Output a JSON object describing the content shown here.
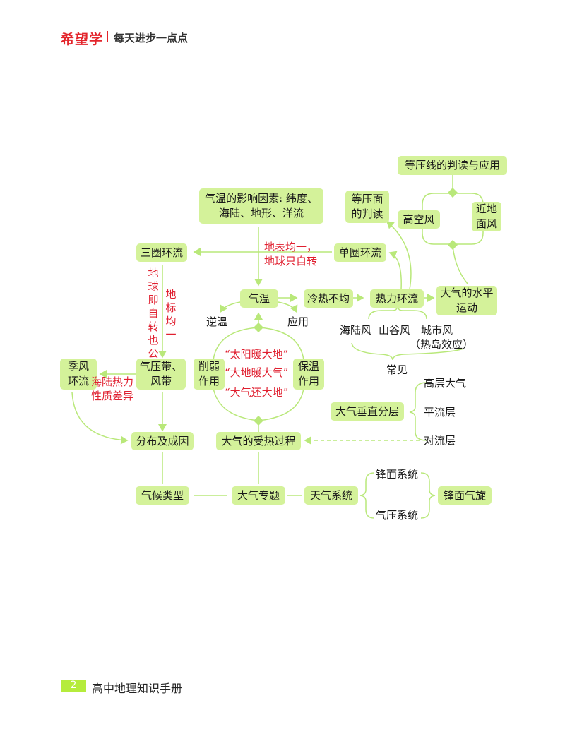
{
  "header": {
    "brand": "希望学",
    "slogan": "每天进步一点点"
  },
  "footer": {
    "page_number": "2",
    "book_title": "高中地理知识手册"
  },
  "colors": {
    "box_fill": "#d4f29a",
    "line": "#b9e87a",
    "accent_text": "#e02030",
    "brand": "#e3242b",
    "page_badge": "#b5ec3c"
  },
  "diagram": {
    "nodes": {
      "isobar_reading": "等压线的判读与应用",
      "isobaric_surface": "等压面的判读",
      "high_altitude_wind": "高空风",
      "surface_wind": "近地面风",
      "temperature_factors": "气温的影响因素: 纬度、海陆、地形、洋流",
      "three_cell": "三圈环流",
      "single_cell": "单圈环流",
      "temperature": "气温",
      "uneven_heating": "冷热不均",
      "thermal_circulation": "热力环流",
      "horizontal_motion": "大气的水平运动",
      "monsoon": "季风环流",
      "pressure_belts": "气压带、风带",
      "weakening": "削弱作用",
      "insulation": "保温作用",
      "vertical_layers": "大气垂直分层",
      "distribution": "分布及成因",
      "heating_process": "大气的受热过程",
      "climate_types": "气候类型",
      "atmosphere_topic": "大气专题",
      "weather_systems": "天气系统",
      "frontal_cyclone": "锋面气旋"
    },
    "labels": {
      "uniform_surface_line1": "地表均一，",
      "uniform_surface_line2": "地球只自转",
      "rotation_revolution": "地球即自转也公转",
      "surface_uniform_vertical": "地标均一",
      "land_sea_difference": "海陆热力性质差异",
      "inversion": "逆温",
      "application": "应用",
      "sun_warms_earth": "“太阳暖大地”",
      "earth_warms_atmosphere": "“大地暖大气”",
      "atmosphere_returns": "“大气还大地”",
      "sea_land_breeze": "海陆风",
      "valley_breeze": "山谷风",
      "urban_wind": "城市风",
      "heat_island": "（热岛效应）",
      "common": "常见",
      "upper_atmosphere": "高层大气",
      "stratosphere": "平流层",
      "troposphere": "对流层",
      "frontal_system": "锋面系统",
      "pressure_system": "气压系统"
    }
  }
}
